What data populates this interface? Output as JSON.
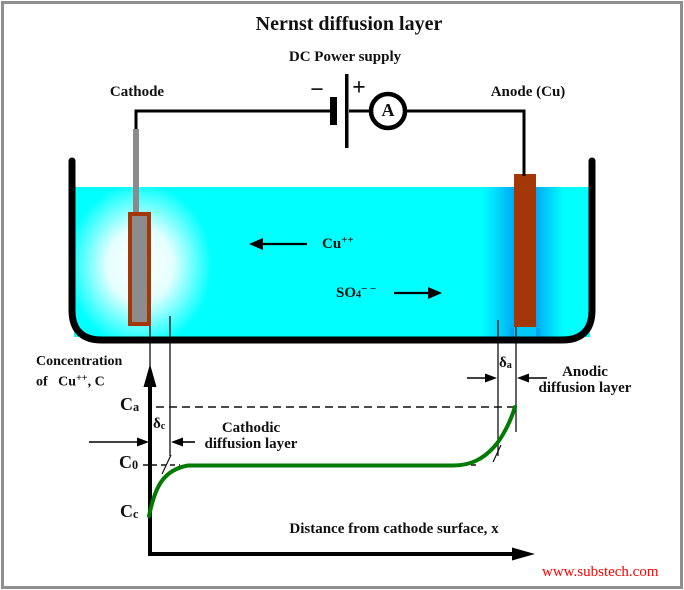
{
  "title": "Nernst diffusion layer",
  "circuit": {
    "power_supply_label": "DC Power supply",
    "minus_sign": "−",
    "plus_sign": "+",
    "ammeter_letter": "A",
    "cathode_label": "Cathode",
    "anode_label": "Anode (Cu)"
  },
  "solution": {
    "cation_symbol": "Cu",
    "cation_charge": "++",
    "anion_symbol": "SO",
    "anion_subscript": "4",
    "anion_charge": "− −"
  },
  "plot": {
    "y_label_line1": "Concentration",
    "y_label_line2_prefix": "of   Cu",
    "y_label_line2_sup": "++",
    "y_label_line2_suffix": ", C",
    "tick_ca_base": "C",
    "tick_ca_sub": "a",
    "tick_c0_base": "C",
    "tick_c0_sub": "0",
    "tick_cc_base": "C",
    "tick_cc_sub": "c",
    "delta_c_base": "δ",
    "delta_c_sub": "c",
    "delta_a_base": "δ",
    "delta_a_sub": "a",
    "cathodic_layer_line1": "Cathodic",
    "cathodic_layer_line2": "diffusion layer",
    "anodic_layer_line1": "Anodic",
    "anodic_layer_line2": "diffusion layer",
    "x_label": "Distance from cathode surface, x"
  },
  "watermark": "www.substech.com",
  "colors": {
    "solution": "#00FFFF",
    "anode": "#A33708",
    "cathode_fill": "#8C8C8C",
    "electrode_border": "#A33708",
    "curve": "#007A00",
    "wire": "#000000",
    "watermark": "#FF0000"
  }
}
